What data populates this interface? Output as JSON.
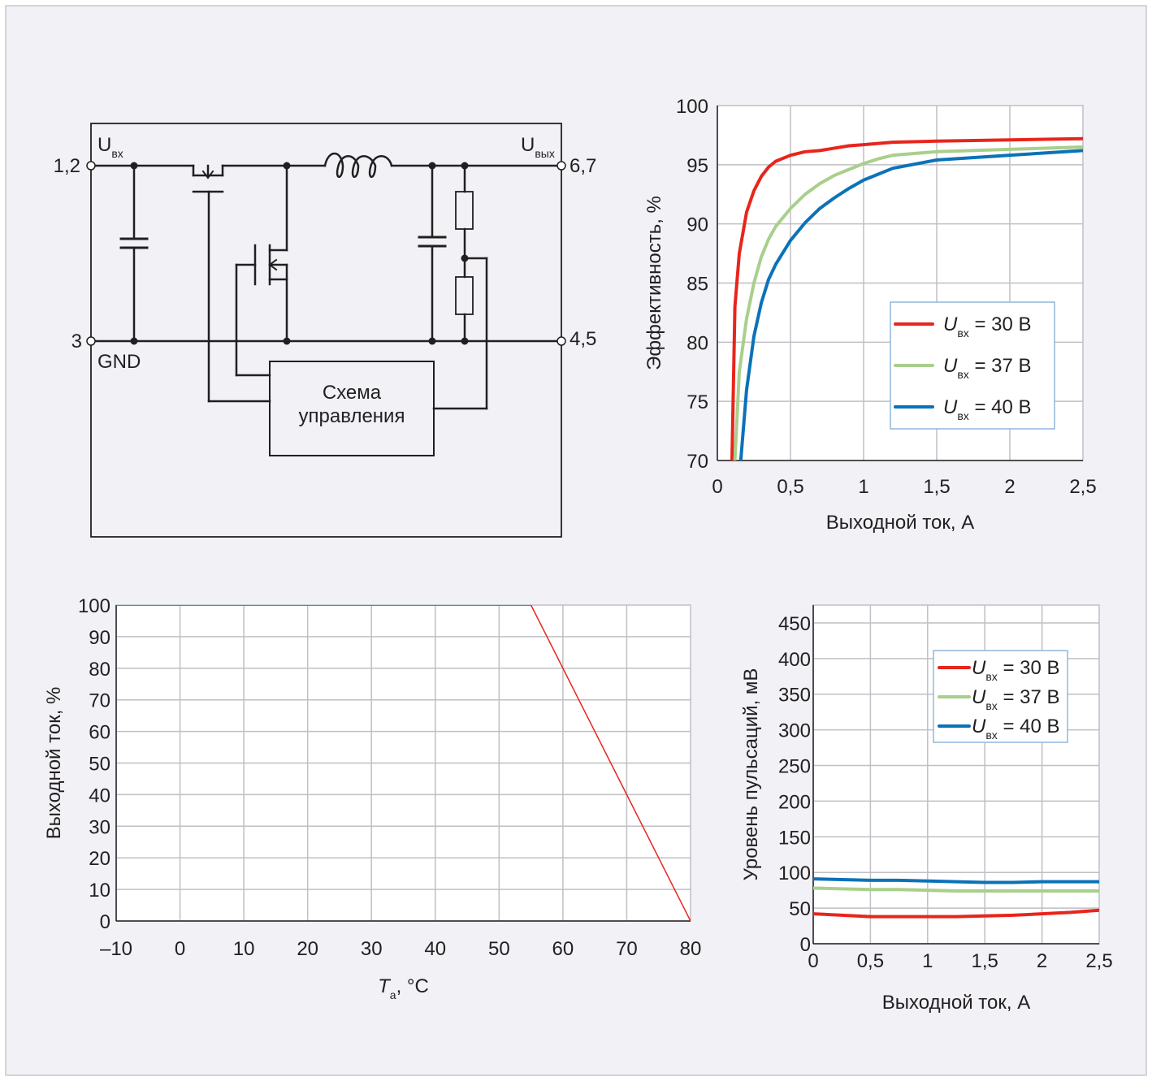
{
  "colors": {
    "background": "#f1f1f6",
    "border": "#c7c7cf",
    "grid": "#bfbfc5",
    "axis": "#231f20",
    "red": "#e8251c",
    "green": "#a9cf8c",
    "blue": "#0b72b8"
  },
  "schematic": {
    "pins": {
      "vin": "1,2",
      "gnd": "3",
      "vout": "6,7",
      "gnd_out": "4,5"
    },
    "vin_label": {
      "main": "U",
      "sub": "вх"
    },
    "vout_label": {
      "main": "U",
      "sub": "вых"
    },
    "gnd_label": "GND",
    "control_block": {
      "line1": "Схема",
      "line2": "управления"
    }
  },
  "chart_data": [
    {
      "id": "efficiency",
      "type": "line",
      "xlabel": "Выходной ток, А",
      "ylabel": "Эффективность, %",
      "xlim": [
        0,
        2.5
      ],
      "ylim": [
        70,
        100
      ],
      "xticks": [
        0,
        0.5,
        1,
        1.5,
        2,
        2.5
      ],
      "xtick_labels": [
        "0",
        "0,5",
        "1",
        "1,5",
        "2",
        "2,5"
      ],
      "yticks": [
        70,
        75,
        80,
        85,
        90,
        95,
        100
      ],
      "ytick_labels": [
        "70",
        "75",
        "80",
        "85",
        "90",
        "95",
        "100"
      ],
      "grid": true,
      "legend": "lower-right",
      "series": [
        {
          "name": "U вх = 30 В",
          "label_main": "U",
          "label_sub": "вх",
          "label_rest": " = 30 В",
          "color": "#e8251c",
          "x": [
            0.1,
            0.12,
            0.15,
            0.2,
            0.25,
            0.3,
            0.35,
            0.4,
            0.5,
            0.6,
            0.7,
            0.8,
            0.9,
            1.0,
            1.2,
            1.5,
            2.0,
            2.5
          ],
          "y": [
            70,
            83,
            87.5,
            91,
            92.8,
            94,
            94.8,
            95.3,
            95.8,
            96.1,
            96.2,
            96.4,
            96.6,
            96.7,
            96.9,
            97.0,
            97.1,
            97.2
          ]
        },
        {
          "name": "U вх = 37 В",
          "label_main": "U",
          "label_sub": "вх",
          "label_rest": " = 37 В",
          "color": "#a9cf8c",
          "x": [
            0.12,
            0.15,
            0.2,
            0.25,
            0.3,
            0.35,
            0.4,
            0.5,
            0.6,
            0.7,
            0.8,
            0.9,
            1.0,
            1.1,
            1.2,
            1.5,
            2.0,
            2.5
          ],
          "y": [
            70,
            77.5,
            82,
            85,
            87.2,
            88.7,
            89.8,
            91.3,
            92.5,
            93.4,
            94.1,
            94.6,
            95.1,
            95.5,
            95.8,
            96.1,
            96.3,
            96.5
          ]
        },
        {
          "name": "U вх = 40 В",
          "label_main": "U",
          "label_sub": "вх",
          "label_rest": " = 40 В",
          "color": "#0b72b8",
          "x": [
            0.16,
            0.2,
            0.25,
            0.3,
            0.35,
            0.4,
            0.5,
            0.6,
            0.7,
            0.8,
            0.9,
            1.0,
            1.1,
            1.2,
            1.5,
            2.0,
            2.5
          ],
          "y": [
            70,
            76,
            80.5,
            83.3,
            85.3,
            86.6,
            88.6,
            90.1,
            91.3,
            92.2,
            93.0,
            93.7,
            94.2,
            94.7,
            95.4,
            95.8,
            96.2
          ]
        }
      ]
    },
    {
      "id": "derating",
      "type": "line",
      "xlabel_main": "T",
      "xlabel_sub": "a",
      "xlabel_rest": ", °C",
      "ylabel": "Выходной ток, %",
      "xlim": [
        -10,
        80
      ],
      "ylim": [
        0,
        100
      ],
      "xticks": [
        -10,
        0,
        10,
        20,
        30,
        40,
        50,
        60,
        70,
        80
      ],
      "xtick_labels": [
        "–10",
        "0",
        "10",
        "20",
        "30",
        "40",
        "50",
        "60",
        "70",
        "80"
      ],
      "yticks": [
        0,
        10,
        20,
        30,
        40,
        50,
        60,
        70,
        80,
        90,
        100
      ],
      "ytick_labels": [
        "0",
        "10",
        "20",
        "30",
        "40",
        "50",
        "60",
        "70",
        "80",
        "90",
        "100"
      ],
      "grid": true,
      "series": [
        {
          "color": "#e8251c",
          "x": [
            -10,
            55,
            80
          ],
          "y": [
            100,
            100,
            0
          ]
        }
      ]
    },
    {
      "id": "ripple",
      "type": "line",
      "xlabel": "Выходной ток, А",
      "ylabel": "Уровень пульсаций, мВ",
      "xlim": [
        0,
        2.5
      ],
      "ylim": [
        0,
        475
      ],
      "xticks": [
        0,
        0.5,
        1,
        1.5,
        2,
        2.5
      ],
      "xtick_labels": [
        "0",
        "0,5",
        "1",
        "1,5",
        "2",
        "2,5"
      ],
      "yticks": [
        0,
        50,
        100,
        150,
        200,
        250,
        300,
        350,
        400,
        450
      ],
      "ytick_labels": [
        "0",
        "50",
        "100",
        "150",
        "200",
        "250",
        "300",
        "350",
        "400",
        "450"
      ],
      "grid": true,
      "legend": "top-right",
      "series": [
        {
          "name": "U вх = 30 В",
          "label_main": "U",
          "label_sub": "вх",
          "label_rest": " = 30 В",
          "color": "#e8251c",
          "x": [
            0,
            0.25,
            0.5,
            0.75,
            1.0,
            1.25,
            1.5,
            1.75,
            2.0,
            2.25,
            2.5
          ],
          "y": [
            42,
            40,
            38,
            38,
            38,
            38,
            39,
            40,
            42,
            44,
            47
          ]
        },
        {
          "name": "U вх = 37 В",
          "label_main": "U",
          "label_sub": "вх",
          "label_rest": " = 37 В",
          "color": "#a9cf8c",
          "x": [
            0,
            0.25,
            0.5,
            0.75,
            1.0,
            1.25,
            1.5,
            1.75,
            2.0,
            2.25,
            2.5
          ],
          "y": [
            78,
            77,
            76,
            76,
            75,
            74,
            74,
            74,
            74,
            74,
            74
          ]
        },
        {
          "name": "U вх = 40 В",
          "label_main": "U",
          "label_sub": "вх",
          "label_rest": " = 40 В",
          "color": "#0b72b8",
          "x": [
            0,
            0.25,
            0.5,
            0.75,
            1.0,
            1.25,
            1.5,
            1.75,
            2.0,
            2.25,
            2.5
          ],
          "y": [
            91,
            90,
            89,
            89,
            88,
            87,
            86,
            86,
            87,
            87,
            87
          ]
        }
      ]
    }
  ]
}
